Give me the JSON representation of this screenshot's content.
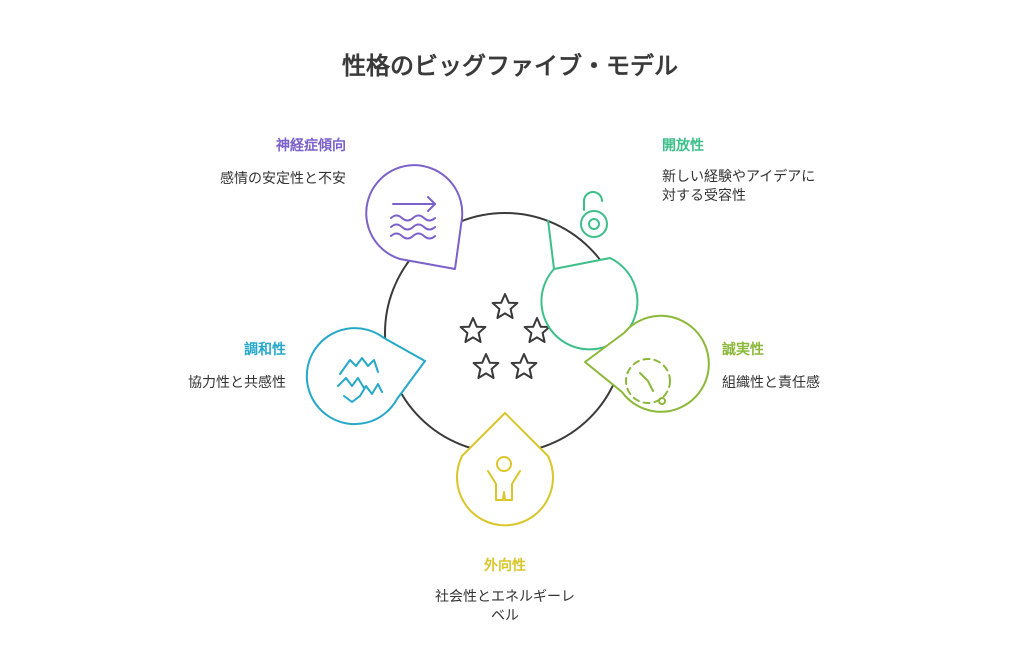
{
  "title": "性格のビッグファイブ・モデル",
  "colors": {
    "neuroticism": "#7b61c9",
    "openness": "#3dbf8a",
    "conscientiousness": "#8cb83a",
    "extraversion": "#d9c62b",
    "agreeableness": "#26a9c9",
    "center_ring": "#3a3a3a"
  },
  "traits": {
    "neuroticism": {
      "label": "神経症傾向",
      "description": "感情の安定性と不安",
      "icon": "waves-arrow-icon"
    },
    "openness": {
      "label": "開放性",
      "description_lines": [
        "新しい経験やアイデアに",
        "対する受容性"
      ],
      "icon": "unlocked-padlock-icon"
    },
    "conscientiousness": {
      "label": "誠実性",
      "description": "組織性と責任感",
      "icon": "dashed-clock-icon"
    },
    "extraversion": {
      "label": "外向性",
      "description_lines": [
        "社会性とエネルギーレ",
        "ベル"
      ],
      "icon": "person-arms-raised-icon"
    },
    "agreeableness": {
      "label": "調和性",
      "description": "協力性と共感性",
      "icon": "handshake-icon"
    }
  },
  "center_icon": "five-stars-icon"
}
